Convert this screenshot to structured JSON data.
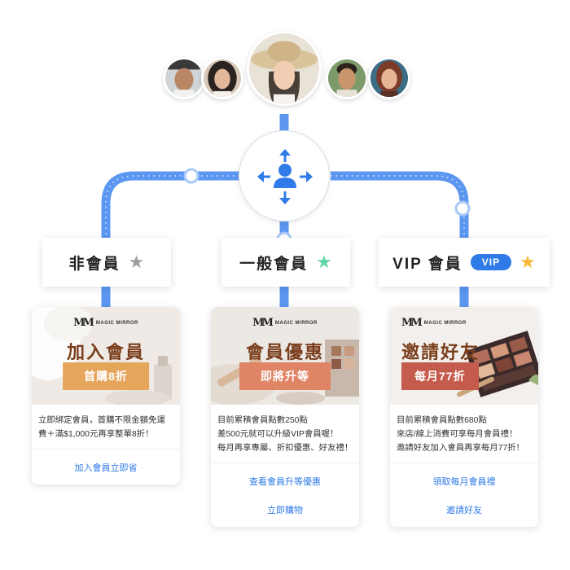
{
  "colors": {
    "connector": "#5b97f0",
    "accent_blue": "#2f7be8",
    "star_gray": "#9e9e9e",
    "star_green": "#5fd6a5",
    "star_gold": "#f6b93b"
  },
  "hub": {
    "icon": "user-share-arrows-icon"
  },
  "tiers": [
    {
      "name": "非會員",
      "star_icon": "star-gray-icon"
    },
    {
      "name": "一般會員",
      "star_icon": "star-green-icon"
    },
    {
      "name": "VIP 會員",
      "badge": "VIP",
      "star_icon": "star-gold-icon"
    }
  ],
  "cards": [
    {
      "brand": "MAGIC MIRROR",
      "title": "加入會員",
      "tag": "首購8折",
      "tag_color": "#e5a55a",
      "lines": [
        "立即綁定會員，首購不限金額免運",
        "費＋滿$1,000元再享整單8折！"
      ],
      "actions": [
        "加入會員立即省"
      ]
    },
    {
      "brand": "MAGIC MIRROR",
      "title": "會員優惠",
      "tag": "即將升等",
      "tag_color": "#e08466",
      "lines": [
        "目前累積會員點數250點",
        "差500元就可以升級VIP會員喔！",
        "每月再享專屬、折扣優惠、好友禮！"
      ],
      "actions": [
        "查看會員升等優惠",
        "立即購物"
      ]
    },
    {
      "brand": "MAGIC MIRROR",
      "title": "邀請好友",
      "tag": "每月77折",
      "tag_color": "#c45b4c",
      "lines": [
        "目前累積會員點數680點",
        "來店/線上消費可享每月會員禮！",
        "邀請好友加入會員再享每月77折！"
      ],
      "actions": [
        "領取每月會員禮",
        "邀請好友"
      ]
    }
  ]
}
